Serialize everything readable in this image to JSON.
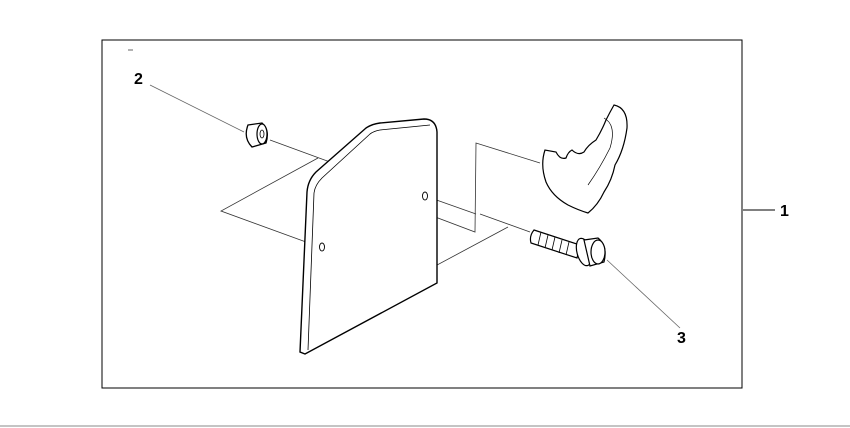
{
  "diagram": {
    "callouts": [
      {
        "id": "1",
        "label": "1"
      },
      {
        "id": "2",
        "label": "2"
      },
      {
        "id": "3",
        "label": "3"
      }
    ],
    "parts": [
      "spacer",
      "mud-guard-plate",
      "fender-clip",
      "flange-bolt"
    ],
    "line_color": "#000000",
    "background": "#ffffff"
  }
}
